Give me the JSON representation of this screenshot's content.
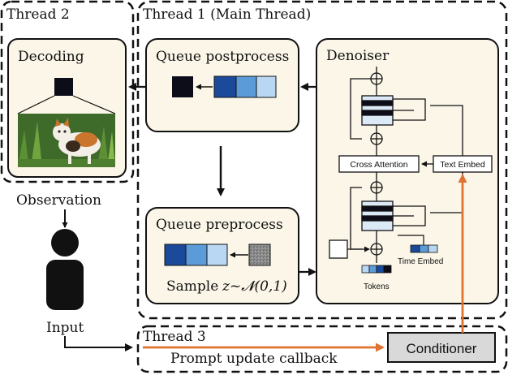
{
  "thread2": {
    "title": "Thread 2",
    "decoding_label": "Decoding",
    "observation_label": "Observation",
    "input_label": "Input"
  },
  "thread1": {
    "title": "Thread 1 (Main Thread)",
    "queue_post": "Queue postprocess",
    "queue_pre": "Queue preprocess",
    "sample_text": "Sample",
    "sample_formula": "z~𝓝(0,1)",
    "denoiser": {
      "title": "Denoiser",
      "cross_attention": "Cross Attention",
      "text_embed": "Text Embed",
      "time_embed": "Time Embed",
      "tokens": "Tokens"
    }
  },
  "thread3": {
    "title": "Thread 3",
    "prompt_callback": "Prompt update callback",
    "conditioner": "Conditioner"
  },
  "colors": {
    "panel_fill": "#fbf6e8",
    "dark_block": "#0d0d1a",
    "blue_dark": "#1c4a9a",
    "blue_mid": "#5b9bd8",
    "blue_light": "#b9d6f2",
    "orange_arrow": "#e0722f",
    "conditioner_fill": "#d9d9d9"
  }
}
